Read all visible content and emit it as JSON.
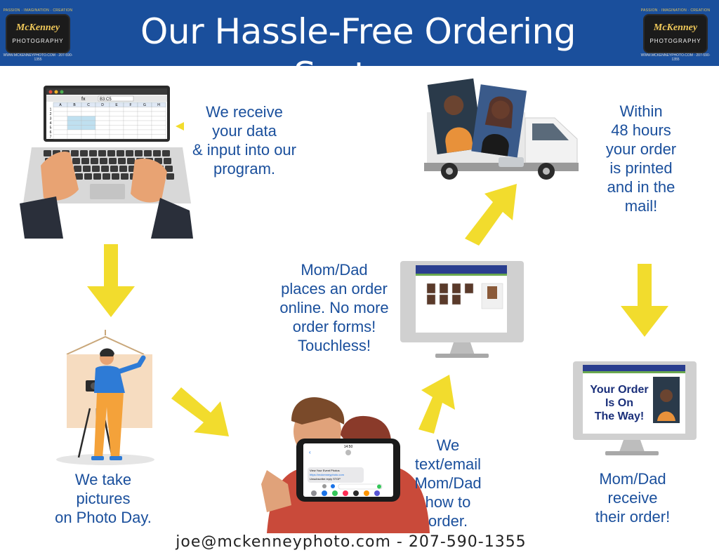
{
  "header": {
    "title": "Our Hassle-Free Ordering System",
    "background": "#1a4f9c"
  },
  "logo": {
    "tagline": "PASSION · IMAGINATION · CREATION",
    "brand": "McKenney",
    "sub": "PHOTOGRAPHY",
    "footer": "WWW.MCKENNEYPHOTO.COM · 207-590-1355"
  },
  "steps": {
    "receive_data": "We receive\nyour data\n& input into our\nprogram.",
    "take_pictures": "We take\npictures\non Photo Day.",
    "text_email": "We\ntext/email\nMom/Dad\nhow to\norder.",
    "place_order": "Mom/Dad\nplaces an order\nonline. No more\norder forms!\nTouchless!",
    "printed": "Within\n48 hours\nyour order\nis printed\nand in the\nmail!",
    "receive_order": "Mom/Dad\nreceive\ntheir order!"
  },
  "laptop": {
    "cell_ref": "B3:C5",
    "columns": [
      "A",
      "B",
      "C",
      "D",
      "E",
      "F",
      "G",
      "H"
    ],
    "rows": [
      "1",
      "2",
      "3",
      "4",
      "5",
      "6",
      "7"
    ]
  },
  "phone": {
    "time": "14:50",
    "message_title": "View Your Event Photos",
    "message_link": "https://mckenneyphoto.com",
    "message_stop": "Unsubscribe reply STOP"
  },
  "monitor_order": {
    "banner": "Your Order\nIs On\nThe Way!"
  },
  "contact": {
    "text": "joe@mckenneyphoto.com  - 207-590-1355"
  },
  "colors": {
    "text_blue": "#1a4f9c",
    "arrow_yellow": "#f2dc2d"
  }
}
